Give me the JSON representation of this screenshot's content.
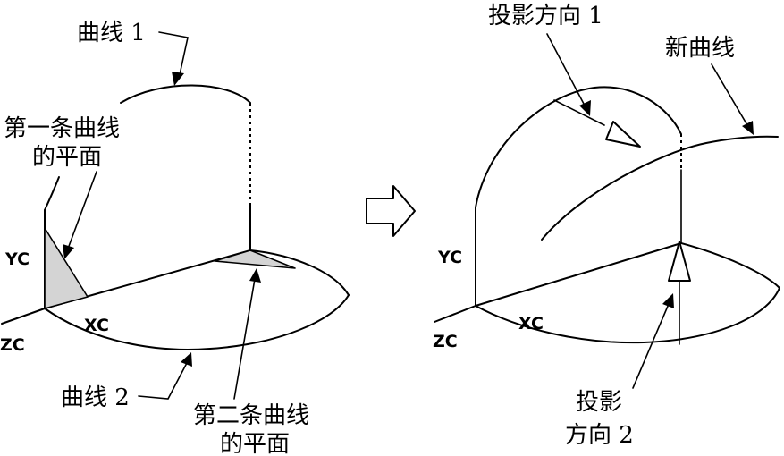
{
  "left": {
    "curve1_label": "曲线 1",
    "curve2_label": "曲线 2",
    "plane1_label_line1": "第一条曲线",
    "plane1_label_line2": "的平面",
    "plane2_label_line1": "第二条曲线",
    "plane2_label_line2": "的平面",
    "axis_yc": "YC",
    "axis_xc": "XC",
    "axis_zc": "ZC"
  },
  "right": {
    "dir1_label": "投影方向 1",
    "new_curve_label": "新曲线",
    "dir2_label_line1": "投影",
    "dir2_label_line2": "方向 2",
    "axis_yc": "YC",
    "axis_xc": "XC",
    "axis_zc": "ZC"
  },
  "colors": {
    "line": "#000000",
    "plane_fill": "#d4d4d4",
    "background": "#ffffff"
  },
  "icons": {
    "transform": "hollow-right-arrow-icon",
    "projection_direction": "hollow-arrow-icon"
  }
}
